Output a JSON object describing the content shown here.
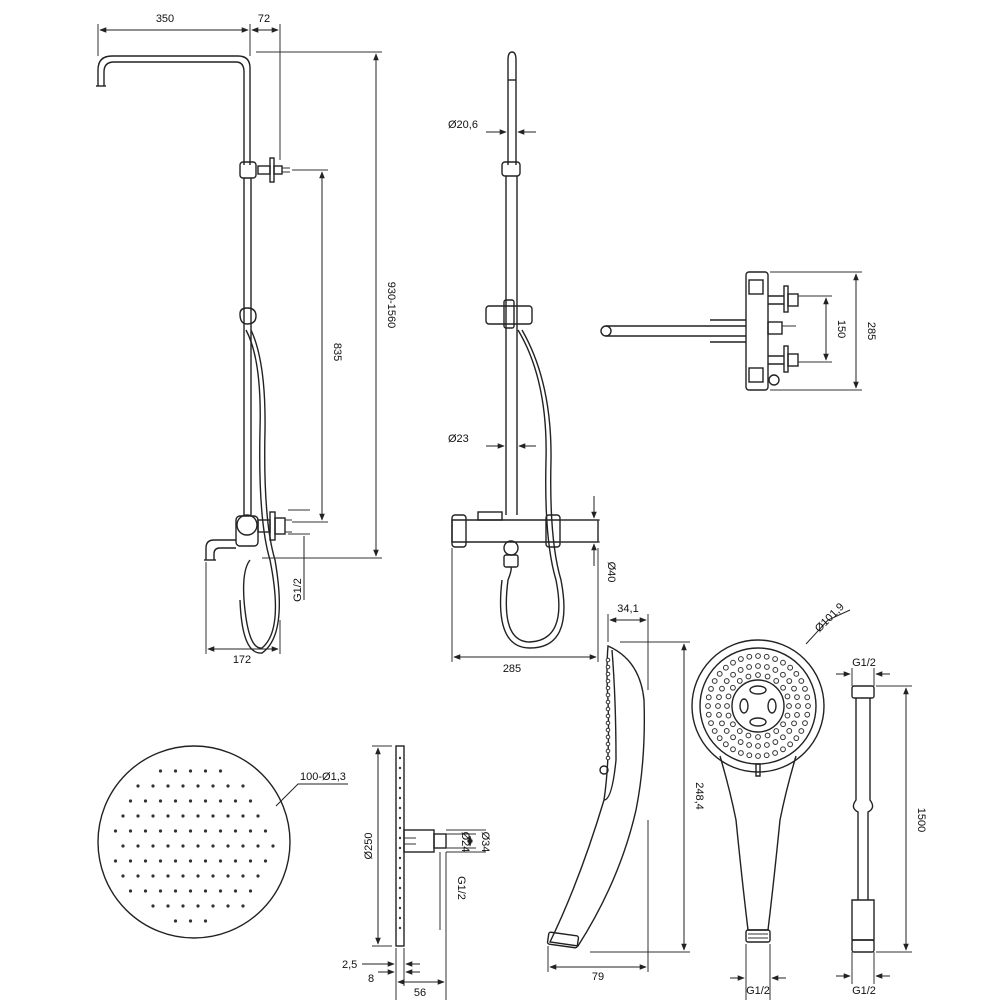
{
  "views": {
    "side_column": {
      "dim_width": "350",
      "dim_offset": "72",
      "dim_total_height": "930-1560",
      "dim_mixer_height": "835",
      "dim_inlet": "G1/2",
      "dim_spout": "172"
    },
    "front_column": {
      "dim_top_tube": "Ø20,6",
      "dim_lower_tube": "Ø23",
      "dim_mixer_dia": "Ø40",
      "dim_mixer_width": "285"
    },
    "mixer_top": {
      "dim_inlet_spacing": "150",
      "dim_body_length": "285"
    },
    "head_shower": {
      "dim_holes": "100-Ø1,3",
      "dim_diameter": "Ø250",
      "dim_nut": "Ø34",
      "dim_neck": "Ø24",
      "dim_thread": "G1/2",
      "dim_plate": "2,5",
      "dim_thickness": "8",
      "dim_depth": "56"
    },
    "hand_shower": {
      "dim_head_depth": "34,1",
      "dim_length": "248,4",
      "dim_base": "79",
      "dim_face_dia": "Ø101,9",
      "dim_thread": "G1/2"
    },
    "hose": {
      "dim_top_thread": "G1/2",
      "dim_length": "1500",
      "dim_bottom_thread": "G1/2"
    }
  }
}
